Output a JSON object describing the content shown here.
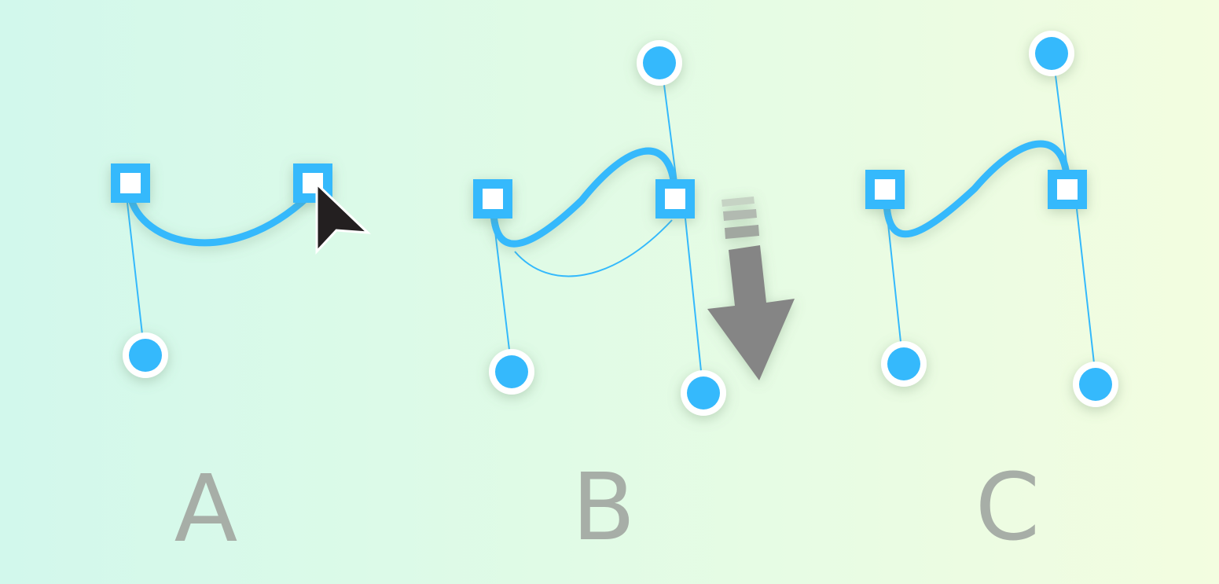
{
  "panels": [
    {
      "label": "A",
      "state": "cursor-on-anchor"
    },
    {
      "label": "B",
      "state": "dragging-down"
    },
    {
      "label": "C",
      "state": "result"
    }
  ],
  "colors": {
    "curve": "#34b9fc",
    "handle_fill": "#34b9fc",
    "handle_ring": "#ffffff",
    "arrow": "#858585",
    "cursor": "#231f20",
    "label": "#a7aea7"
  },
  "icons": {
    "cursor": "arrow-cursor-icon",
    "drag": "arrow-down-icon"
  }
}
